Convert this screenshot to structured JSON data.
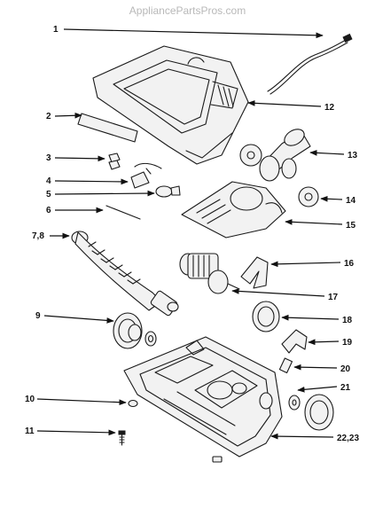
{
  "watermark": "AppliancePartsPros.com",
  "callouts": [
    "1",
    "2",
    "3",
    "4",
    "5",
    "6",
    "7,8",
    "9",
    "10",
    "11",
    "12",
    "13",
    "14",
    "15",
    "16",
    "17",
    "18",
    "19",
    "20",
    "21",
    "22,23"
  ]
}
